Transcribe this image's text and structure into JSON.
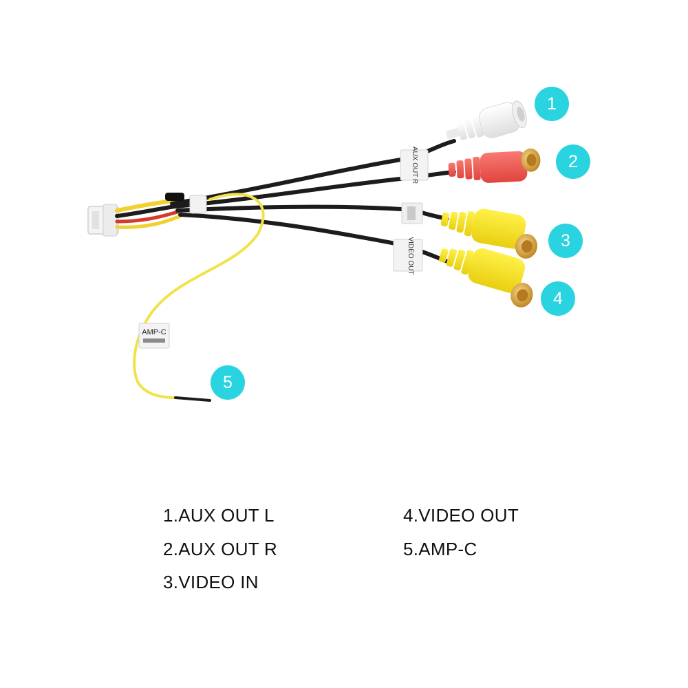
{
  "colors": {
    "badge": "#2ad3e0",
    "cable": "#1c1c1c",
    "yellow_wire": "#f2e24a",
    "white_plug": "#f4f4f4",
    "red_plug": "#f05a54",
    "yellow_plug": "#f4e21e",
    "gold_tip": "#d9a640"
  },
  "badges": [
    {
      "label": "1"
    },
    {
      "label": "2"
    },
    {
      "label": "3"
    },
    {
      "label": "4"
    },
    {
      "label": "5"
    }
  ],
  "cable_tags": {
    "aux": "AUX OUT R",
    "video": "VIDEO OUT",
    "amp": "AMP-C"
  },
  "legend": [
    "1.AUX OUT L",
    "2.AUX OUT R",
    "3.VIDEO IN",
    "4.VIDEO OUT",
    "5.AMP-C"
  ]
}
